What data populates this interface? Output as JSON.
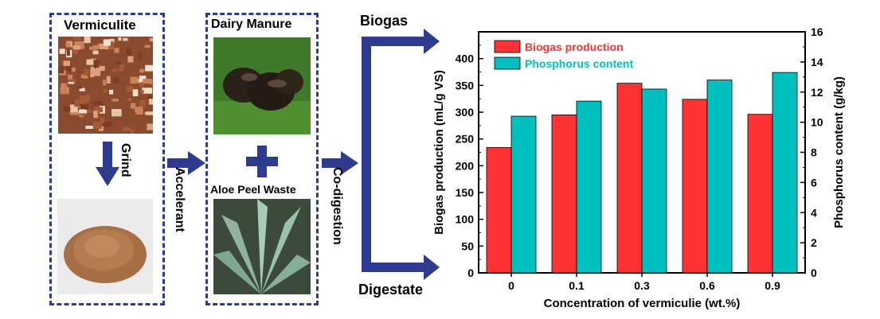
{
  "diagram": {
    "box1": {
      "title": "Vermiculite",
      "step": "Grind"
    },
    "box2": {
      "title": "Dairy Manure",
      "second": "Aloe Peel Waste"
    },
    "arrow1_label": "Accelerant",
    "arrow2_label": "Co-digestion",
    "output_top": "Biogas",
    "output_bottom": "Digestate",
    "colors": {
      "dash": "#2e3b8f",
      "arrow": "#2e3b8f"
    }
  },
  "chart_data": {
    "type": "bar",
    "categories": [
      "0",
      "0.1",
      "0.3",
      "0.6",
      "0.9"
    ],
    "series": [
      {
        "name": "Biogas production",
        "axis": "left",
        "color": "#ff3333",
        "values": [
          234,
          295,
          354,
          324,
          296
        ]
      },
      {
        "name": "Phosphorus content",
        "axis": "right",
        "color": "#00bfbf",
        "values": [
          10.4,
          11.4,
          12.2,
          12.8,
          13.3
        ]
      }
    ],
    "xlabel": "Concentration of vermiculie (wt.%)",
    "ylabel": "Biogas production (mL/g VS)",
    "y2label": "Phosphorus content (g/kg)",
    "ylim": [
      0,
      450
    ],
    "y2lim": [
      0,
      16
    ],
    "yticks": [
      0,
      50,
      100,
      150,
      200,
      250,
      300,
      350,
      400
    ],
    "y2ticks": [
      0,
      2,
      4,
      6,
      8,
      10,
      12,
      14,
      16
    ],
    "legend_position": "top-left",
    "grid": false
  }
}
